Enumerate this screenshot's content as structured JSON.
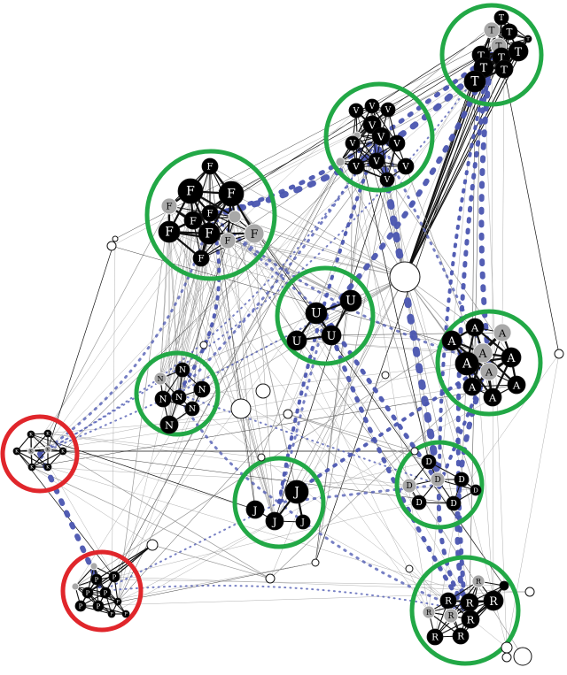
{
  "colors": {
    "good_community": "#22a846",
    "bad_community": "#e0262b",
    "cross_link": "#4a55b0",
    "edge": "#111111",
    "faint_edge": "#9a9a9a",
    "node_black": "#000000",
    "node_gray": "#a8a8a8",
    "node_white": "#ffffff",
    "label_on_dark": "#ffffff",
    "label_on_light": "#000000"
  },
  "communities": [
    {
      "id": "T",
      "status": "good"
    },
    {
      "id": "V",
      "status": "good"
    },
    {
      "id": "F",
      "status": "good"
    },
    {
      "id": "U",
      "status": "good"
    },
    {
      "id": "A",
      "status": "good"
    },
    {
      "id": "N",
      "status": "good"
    },
    {
      "id": "D",
      "status": "good"
    },
    {
      "id": "J",
      "status": "good"
    },
    {
      "id": "R",
      "status": "good"
    },
    {
      "id": "K",
      "status": "bad"
    },
    {
      "id": "P",
      "status": "bad"
    }
  ],
  "node_labels": {
    "T": "T",
    "V": "V",
    "F": "F",
    "U": "U",
    "A": "A",
    "N": "N",
    "D": "D",
    "J": "J",
    "R": "R",
    "K": "K",
    "P": "P"
  }
}
